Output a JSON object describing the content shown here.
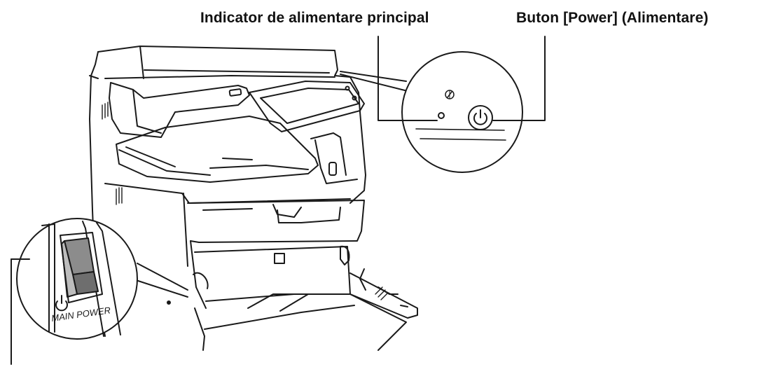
{
  "callouts": {
    "main_power_indicator": "Indicator de alimentare principal",
    "power_button": "Buton [Power] (Alimentare)"
  },
  "switch_panel": {
    "label": "MAIN POWER"
  },
  "icons": [
    "power-standby-icon",
    "main-power-indicator-icon",
    "power-button-icon"
  ],
  "colors": {
    "line": "#1a1a1a",
    "switch_fill": "#8c8c8c",
    "switch_fill_dark": "#6e6e6e",
    "background": "#ffffff"
  }
}
